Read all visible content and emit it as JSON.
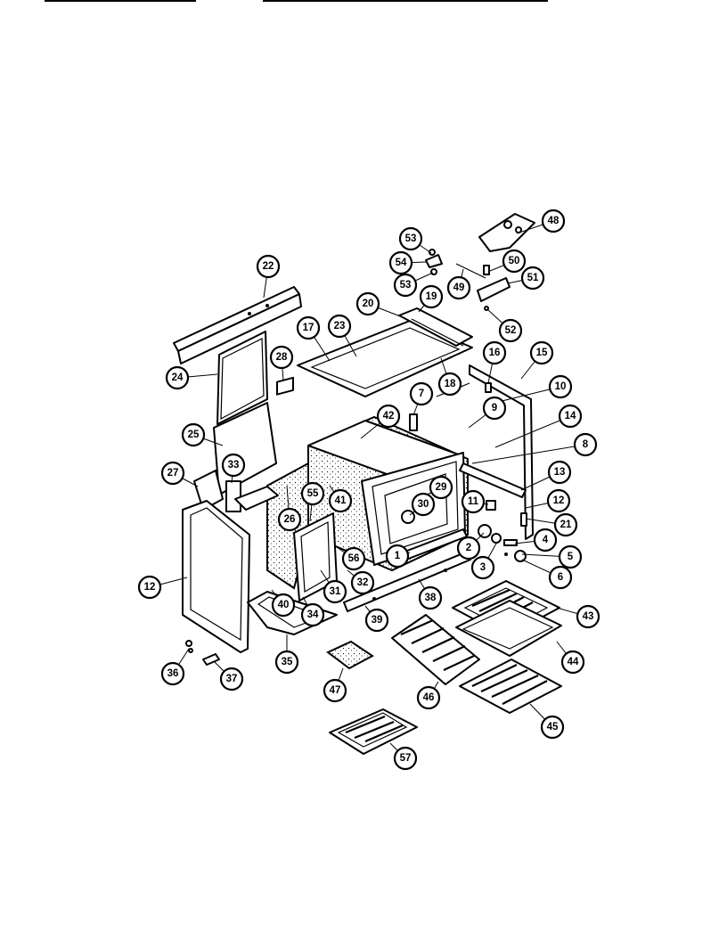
{
  "callouts": [
    {
      "label": "48"
    },
    {
      "label": "53"
    },
    {
      "label": "54"
    },
    {
      "label": "53"
    },
    {
      "label": "50"
    },
    {
      "label": "49"
    },
    {
      "label": "51"
    },
    {
      "label": "52"
    },
    {
      "label": "22"
    },
    {
      "label": "20"
    },
    {
      "label": "19"
    },
    {
      "label": "17"
    },
    {
      "label": "23"
    },
    {
      "label": "18"
    },
    {
      "label": "28"
    },
    {
      "label": "24"
    },
    {
      "label": "16"
    },
    {
      "label": "15"
    },
    {
      "label": "10"
    },
    {
      "label": "7"
    },
    {
      "label": "42"
    },
    {
      "label": "9"
    },
    {
      "label": "14"
    },
    {
      "label": "25"
    },
    {
      "label": "8"
    },
    {
      "label": "27"
    },
    {
      "label": "33"
    },
    {
      "label": "13"
    },
    {
      "label": "55"
    },
    {
      "label": "41"
    },
    {
      "label": "29"
    },
    {
      "label": "30"
    },
    {
      "label": "11"
    },
    {
      "label": "12"
    },
    {
      "label": "26"
    },
    {
      "label": "21"
    },
    {
      "label": "2"
    },
    {
      "label": "4"
    },
    {
      "label": "5"
    },
    {
      "label": "1"
    },
    {
      "label": "56"
    },
    {
      "label": "3"
    },
    {
      "label": "6"
    },
    {
      "label": "12"
    },
    {
      "label": "31"
    },
    {
      "label": "32"
    },
    {
      "label": "38"
    },
    {
      "label": "40"
    },
    {
      "label": "39"
    },
    {
      "label": "34"
    },
    {
      "label": "43"
    },
    {
      "label": "35"
    },
    {
      "label": "44"
    },
    {
      "label": "36"
    },
    {
      "label": "37"
    },
    {
      "label": "47"
    },
    {
      "label": "46"
    },
    {
      "label": "45"
    },
    {
      "label": "57"
    }
  ]
}
